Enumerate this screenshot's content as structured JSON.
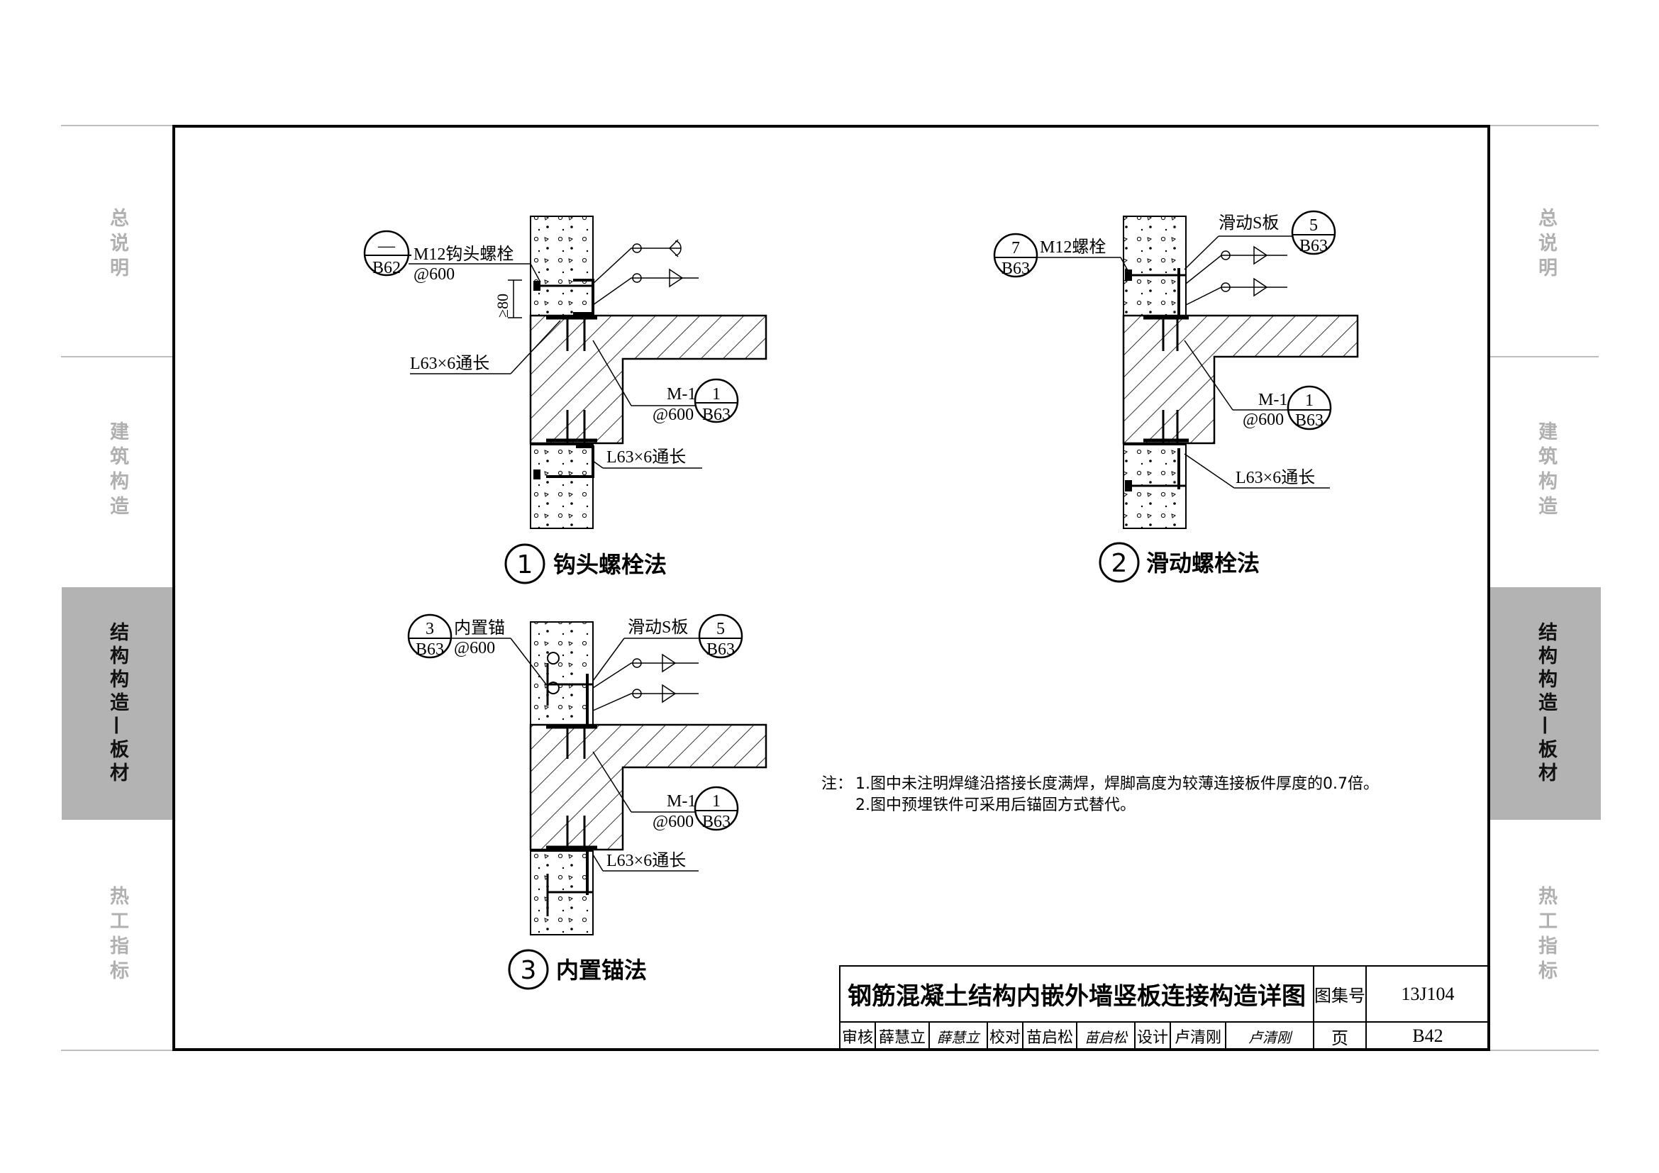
{
  "sidebar": {
    "tabs": [
      {
        "label": "总说明",
        "active": false
      },
      {
        "label": "建筑构造",
        "active": false
      },
      {
        "label": "结构构造—板材",
        "active": true
      },
      {
        "label": "热工指标",
        "active": false
      }
    ]
  },
  "details": {
    "d1": {
      "num": "1",
      "title": "钩头螺栓法",
      "bolt_label": "M12钩头螺栓",
      "bolt_spacing": "@600",
      "ref_top": "—",
      "ref_bottom": "B62",
      "dim": "≥80",
      "angle_top": "L63×6通长",
      "angle_bottom": "L63×6通长",
      "m1_label": "M-1",
      "m1_spacing": "@600",
      "m1_ref_top": "1",
      "m1_ref_bottom": "B63"
    },
    "d2": {
      "num": "2",
      "title": "滑动螺栓法",
      "bolt_label": "M12螺栓",
      "ref_top": "7",
      "ref_bottom": "B63",
      "slide_label": "滑动S板",
      "slide_ref_top": "5",
      "slide_ref_bottom": "B63",
      "m1_label": "M-1",
      "m1_spacing": "@600",
      "m1_ref_top": "1",
      "m1_ref_bottom": "B63",
      "angle_bottom": "L63×6通长"
    },
    "d3": {
      "num": "3",
      "title": "内置锚法",
      "anchor_label": "内置锚",
      "anchor_spacing": "@600",
      "ref_top": "3",
      "ref_bottom": "B63",
      "slide_label": "滑动S板",
      "slide_ref_top": "5",
      "slide_ref_bottom": "B63",
      "m1_label": "M-1",
      "m1_spacing": "@600",
      "m1_ref_top": "1",
      "m1_ref_bottom": "B63",
      "angle_bottom": "L63×6通长"
    }
  },
  "notes": {
    "prefix": "注：",
    "items": [
      "1.图中未注明焊缝沿搭接长度满焊，焊脚高度为较薄连接板件厚度的0.7倍。",
      "2.图中预埋铁件可采用后锚固方式替代。"
    ]
  },
  "title_block": {
    "title": "钢筋混凝土结构内嵌外墙竖板连接构造详图",
    "atlas_label": "图集号",
    "atlas_no": "13J104",
    "page_label": "页",
    "page_no": "B42",
    "review_label": "审核",
    "reviewer": "薛慧立",
    "reviewer_sig": "薛慧立",
    "check_label": "校对",
    "checker": "苗启松",
    "checker_sig": "苗启松",
    "design_label": "设计",
    "designer": "卢清刚",
    "designer_sig": "卢清刚"
  }
}
